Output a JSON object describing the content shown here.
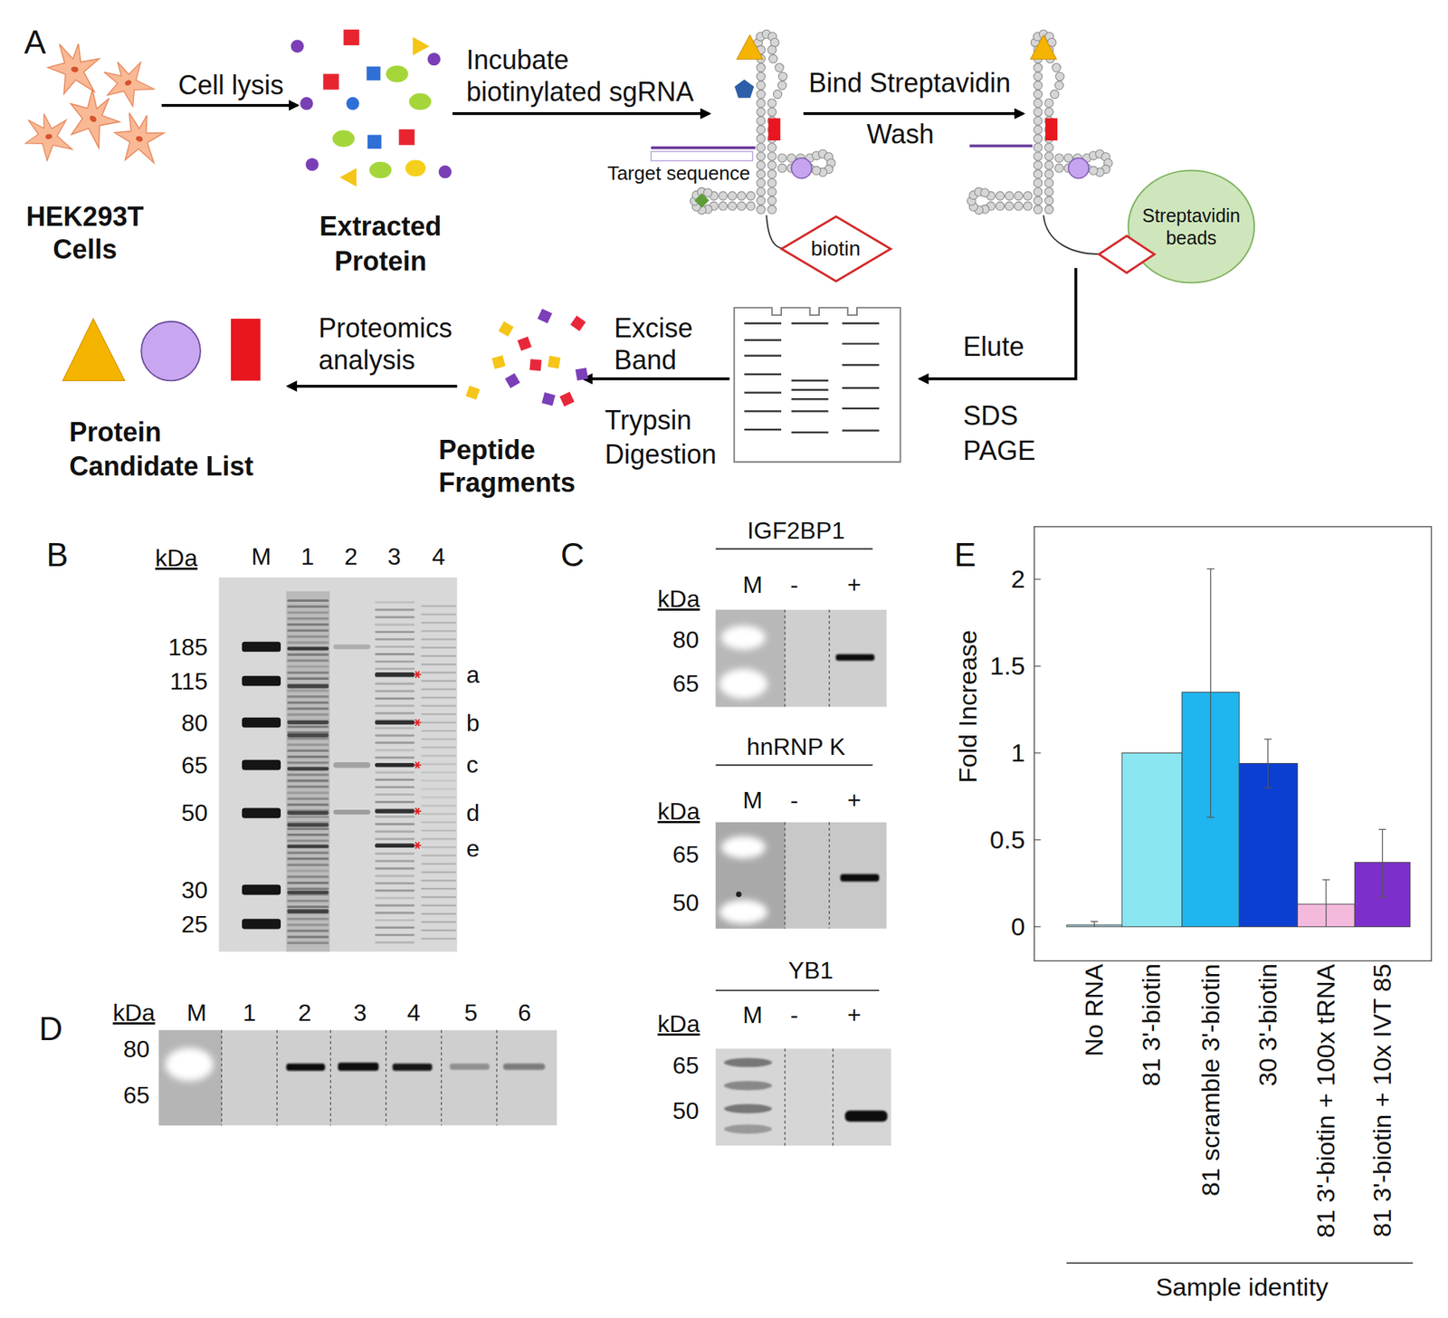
{
  "diagram": {
    "nodes": [
      {
        "text": [
          "biotin"
        ]
      },
      {
        "text": [
          "Streptavidin beads"
        ]
      }
    ],
    "labels": [
      "A",
      "Cell lysis",
      "Incubate biotinylated sgRNA",
      "HEK293T Cells",
      "Extracted Protein",
      "Target sequence",
      "Bind Streptavidin",
      "Wash",
      "Elute",
      "SDS PAGE",
      "Excise Band",
      "Trypsin Digestion",
      "Proteomics analysis",
      "Peptide Fragments",
      "Protein Candidate List",
      "B",
      "kDa",
      "M",
      "1",
      "2",
      "3",
      "4",
      "185",
      "115",
      "80",
      "65",
      "50",
      "30",
      "25",
      "a",
      "b",
      "c",
      "d",
      "e",
      "C",
      "IGF2BP1",
      "kDa",
      "M",
      "-",
      "+",
      "80",
      "65",
      "hnRNP K",
      "kDa",
      "M",
      "-",
      "+",
      "65",
      "50",
      "YB1",
      "kDa",
      "M",
      "-",
      "+",
      "65",
      "50",
      "D",
      "kDa",
      "M",
      "1",
      "2",
      "3",
      "4",
      "5",
      "6",
      "80",
      "65",
      "E",
      "2",
      "1.5",
      "1",
      "0.5",
      "0",
      "Fold Increase",
      "No RNA",
      "81 3'-biotin",
      "81 scramble 3'-biotin",
      "30 3'-biotin",
      "81 3'-biotin + 100x tRNA",
      "81 3'-biotin + 10x IVT 85",
      "Sample identity"
    ]
  }
}
